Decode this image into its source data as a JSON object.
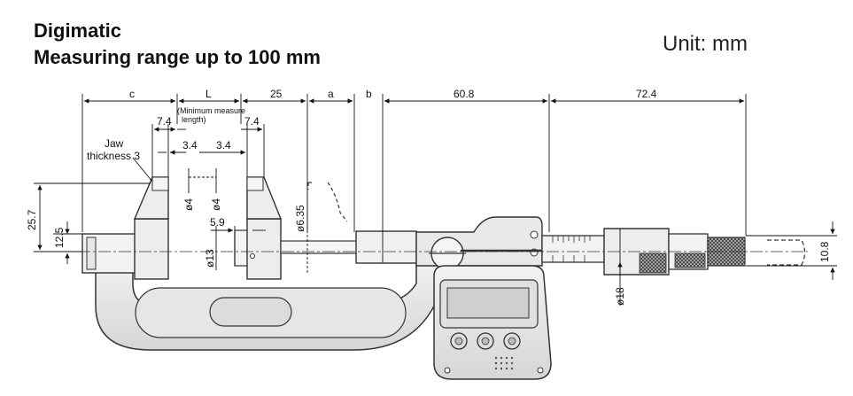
{
  "header": {
    "title_line1": "Digimatic",
    "title_line2": "Measuring range up to 100 mm",
    "unit": "Unit: mm"
  },
  "dimensions": {
    "c": "c",
    "L": "L",
    "d25": "25",
    "a": "a",
    "b": "b",
    "d60_8": "60.8",
    "d72_4": "72.4",
    "d7_4_left": "7.4",
    "d7_4_right": "7.4",
    "min_measure_1": "(Minimum measure",
    "min_measure_2": "length)",
    "jaw_1": "Jaw",
    "jaw_2": "thickness 3",
    "d3_4_left": "3.4",
    "d3_4_right": "3.4",
    "phi4_left": "ø4",
    "phi4_right": "ø4",
    "d5_9": "5.9",
    "phi13": "ø13",
    "phi6_35": "ø6.35",
    "d25_7": "25.7",
    "d12_5": "12.5",
    "phi18": "ø18",
    "d10_8": "10.8"
  }
}
